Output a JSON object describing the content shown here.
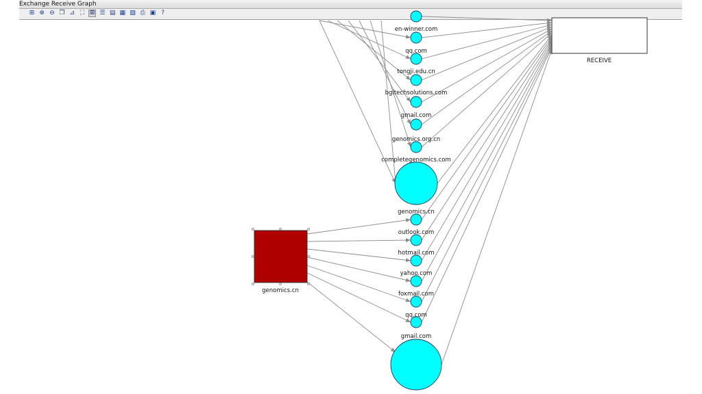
{
  "window": {
    "title": "Exchange Receive Graph"
  },
  "toolbar": {
    "buttons": [
      {
        "name": "fit-graph-icon",
        "glyph": "⊞"
      },
      {
        "name": "zoom-in-icon",
        "glyph": "⊕"
      },
      {
        "name": "zoom-out-icon",
        "glyph": "⊖"
      },
      {
        "name": "copy-icon",
        "glyph": "❐"
      },
      {
        "name": "layout-tree-icon",
        "glyph": "⊿"
      },
      {
        "name": "layout-organic-icon",
        "glyph": "⛶"
      },
      {
        "name": "layout-circular-icon",
        "glyph": "⊠"
      },
      {
        "name": "layout-hierarchic-icon",
        "glyph": "☰"
      },
      {
        "name": "open-icon",
        "glyph": "▤"
      },
      {
        "name": "save-icon",
        "glyph": "▦"
      },
      {
        "name": "export-icon",
        "glyph": "▧"
      },
      {
        "name": "print-icon",
        "glyph": "⎙"
      },
      {
        "name": "image-icon",
        "glyph": "▣"
      },
      {
        "name": "help-icon",
        "glyph": "?"
      }
    ]
  },
  "graph": {
    "receive_label": "RECEIVE",
    "sender_label": "genomics.cn",
    "top_nodes": [
      {
        "label": "en-winner.com"
      },
      {
        "label": "qq.com"
      },
      {
        "label": "tongji.edu.cn"
      },
      {
        "label": "bgitechsolutions.com"
      },
      {
        "label": "gmail.com"
      },
      {
        "label": "genomics.org.cn"
      },
      {
        "label": "completegenomics.com"
      }
    ],
    "bottom_nodes": [
      {
        "label": "genomics.cn"
      },
      {
        "label": "outlook.com"
      },
      {
        "label": "hotmail.com"
      },
      {
        "label": "yahoo.com"
      },
      {
        "label": "foxmail.com"
      },
      {
        "label": "qq.com"
      },
      {
        "label": "gmail.com"
      }
    ],
    "colors": {
      "node_fill": "#00ffff",
      "node_stroke": "#1a3a5c",
      "sender_fill": "#b00000",
      "edge": "#8c8c8c"
    }
  }
}
